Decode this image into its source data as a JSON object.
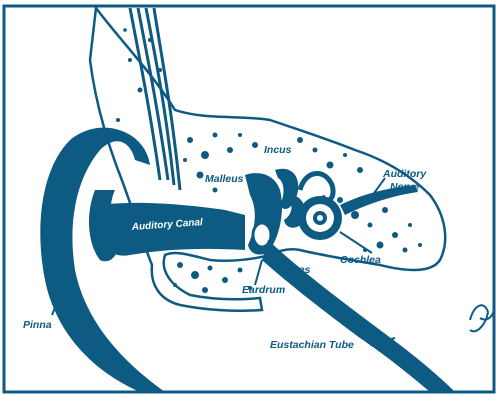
{
  "diagram": {
    "labels": {
      "incus": "Incus",
      "malleus": "Malleus",
      "auditory_nerve_line1": "Auditory",
      "auditory_nerve_line2": "Nerve",
      "auditory_canal": "Auditory Canal",
      "stapes": "Stapes",
      "cochlea": "Cochlea",
      "eardrum": "Eardrum",
      "pinna": "Pinna",
      "eustachian_tube": "Eustachian Tube"
    },
    "colors": {
      "ink": "#0d5a83",
      "background": "#ffffff"
    }
  }
}
